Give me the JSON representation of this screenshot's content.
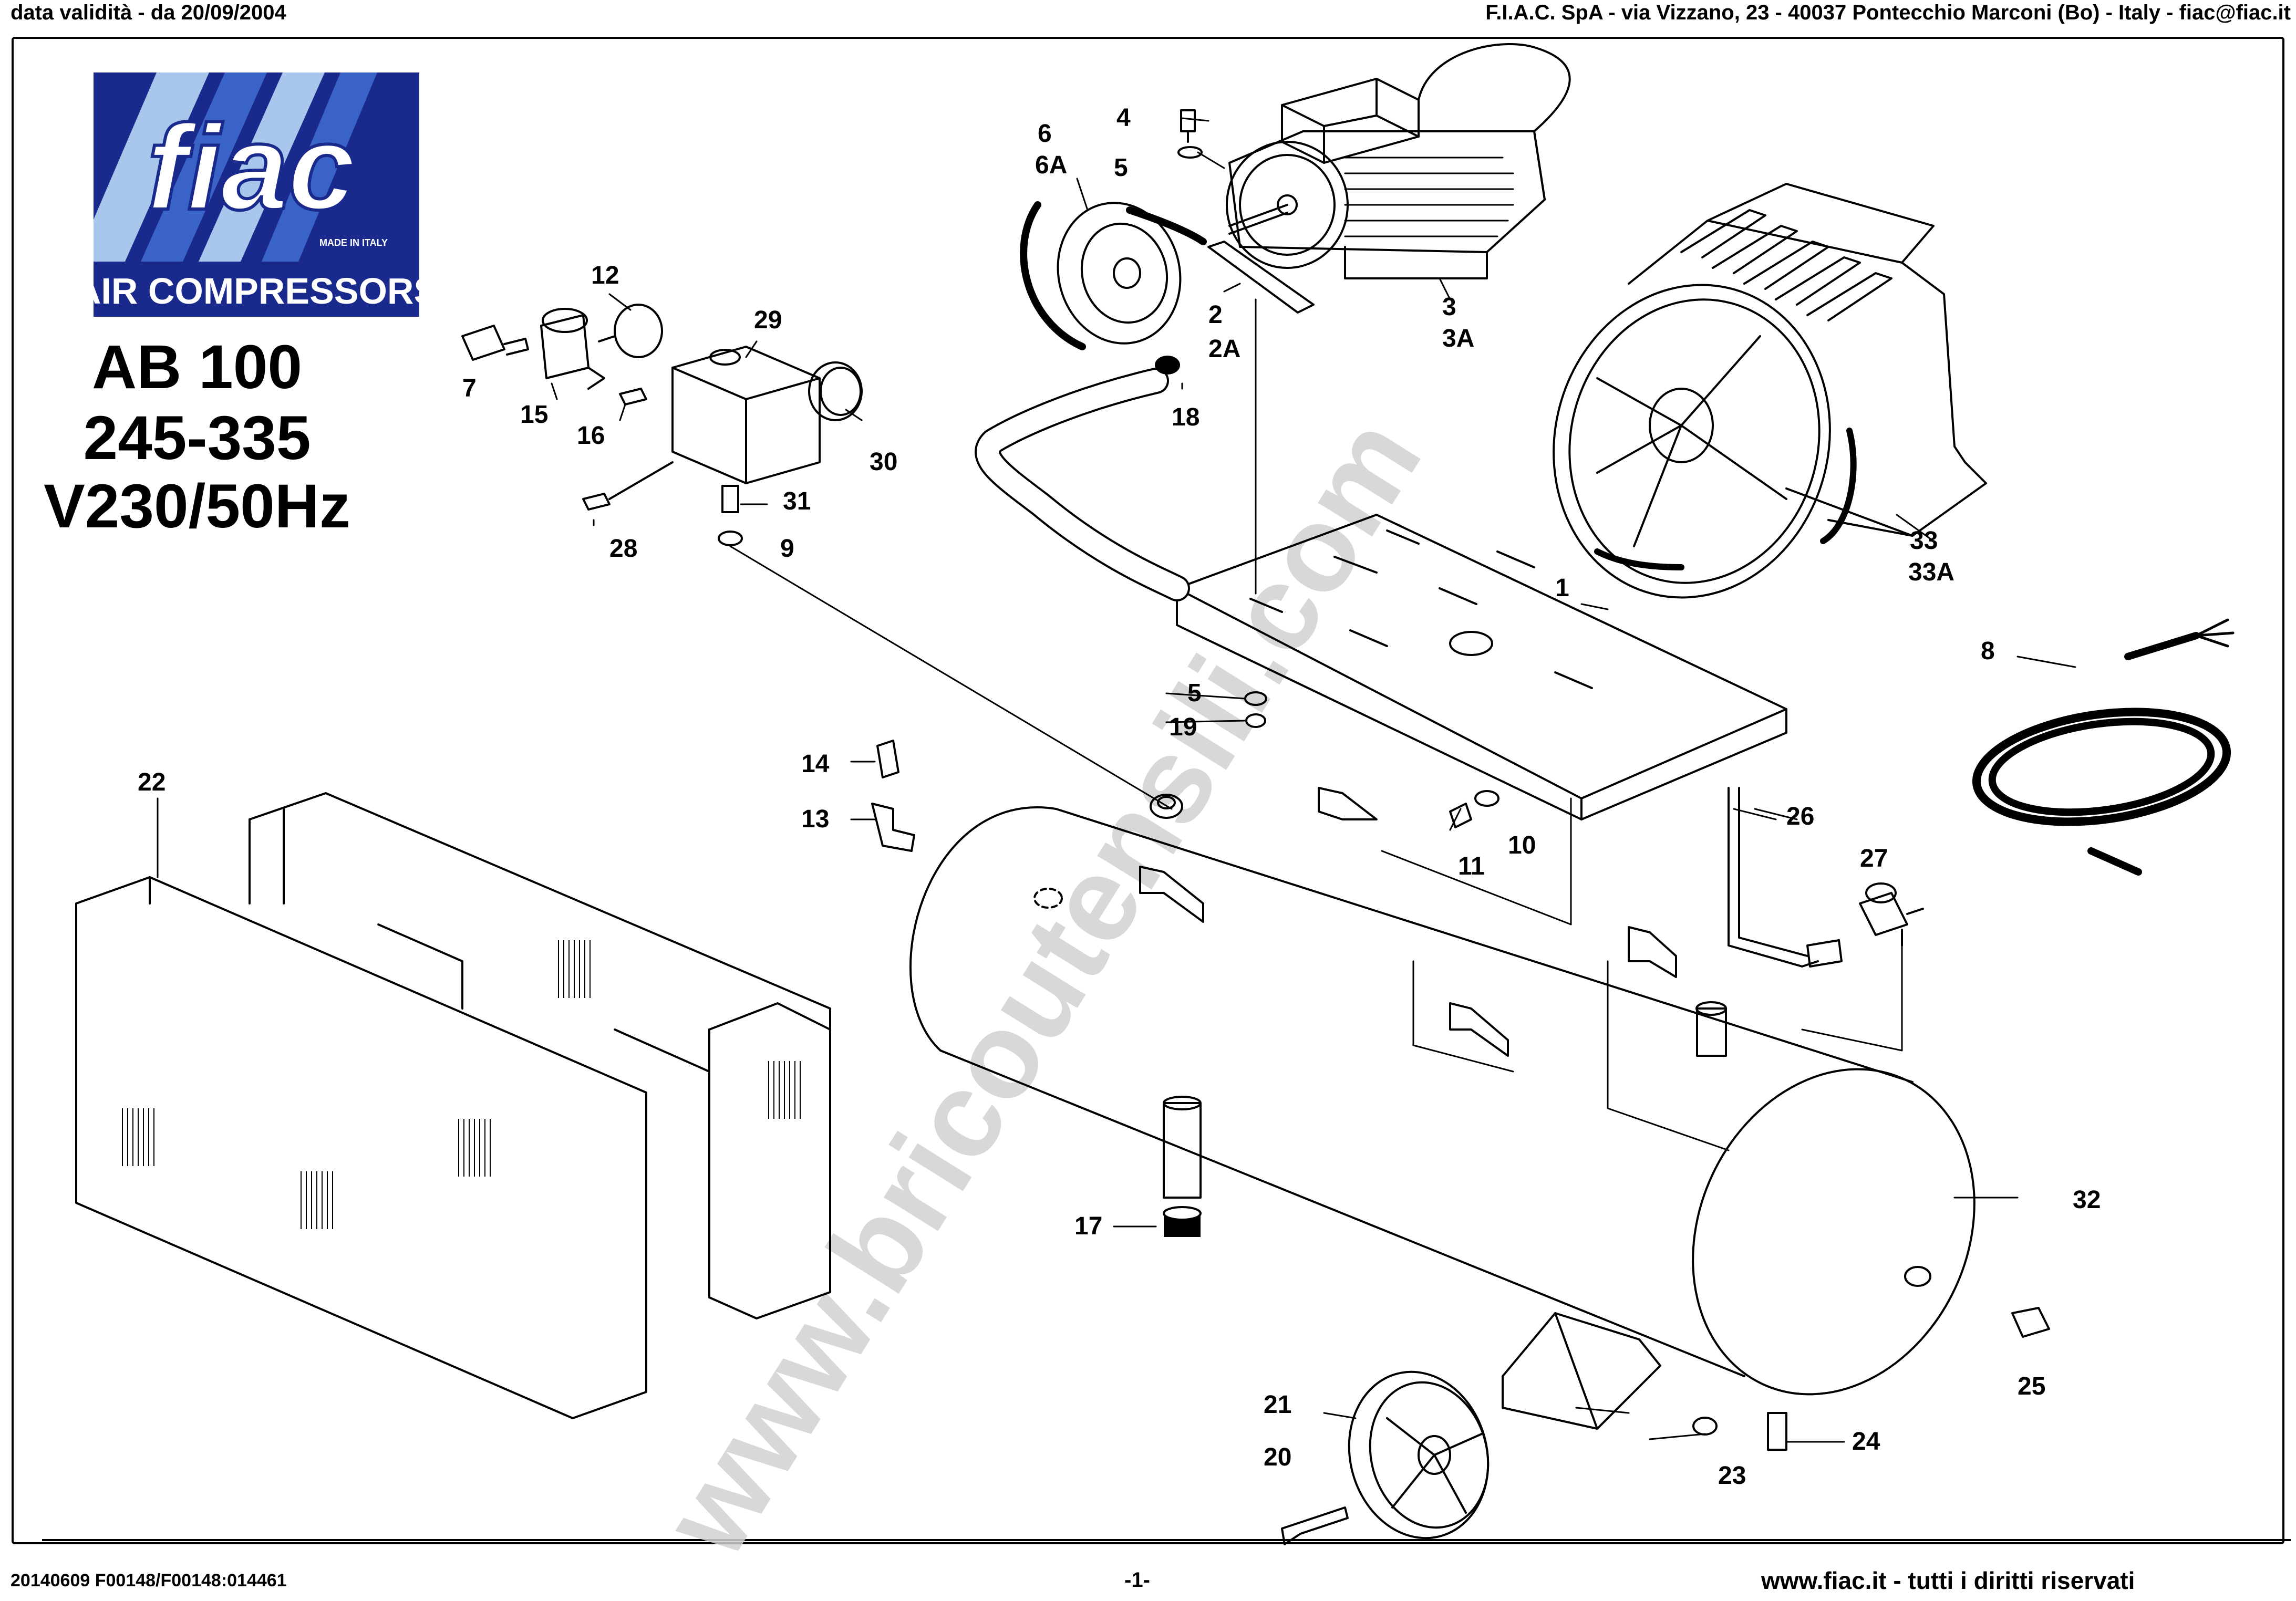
{
  "header": {
    "left": "data validità - da 20/09/2004",
    "right": "F.I.A.C. SpA - via Vizzano, 23 - 40037 Pontecchio Marconi (Bo) - Italy - fiac@fiac.it"
  },
  "logo": {
    "brand": "fiac",
    "made_in": "MADE IN ITALY",
    "tagline": "AIR COMPRESSORS",
    "colors": {
      "navy": "#1a2a8c",
      "blue": "#3a63c8",
      "light": "#a9c6ec"
    }
  },
  "title": {
    "model": "AB 100",
    "code": "245-335",
    "voltage": "V230/50Hz"
  },
  "watermark": "www.bricoutensili.com",
  "parts": {
    "p1": "1",
    "p2": "2",
    "p2a": "2A",
    "p3": "3",
    "p3a": "3A",
    "p4": "4",
    "p5a": "5",
    "p5b": "5",
    "p6": "6",
    "p6a": "6A",
    "p7": "7",
    "p8": "8",
    "p9": "9",
    "p10": "10",
    "p11": "11",
    "p12": "12",
    "p13": "13",
    "p14": "14",
    "p15": "15",
    "p16": "16",
    "p17": "17",
    "p18": "18",
    "p19": "19",
    "p20": "20",
    "p21": "21",
    "p22": "22",
    "p23": "23",
    "p24": "24",
    "p25": "25",
    "p26": "26",
    "p27": "27",
    "p28": "28",
    "p29": "29",
    "p30": "30",
    "p31": "31",
    "p32": "32",
    "p33": "33",
    "p33a": "33A"
  },
  "footer": {
    "code": "20140609 F00148/F00148:014461",
    "page": "-1-",
    "rights": "www.fiac.it - tutti i diritti riservati"
  }
}
